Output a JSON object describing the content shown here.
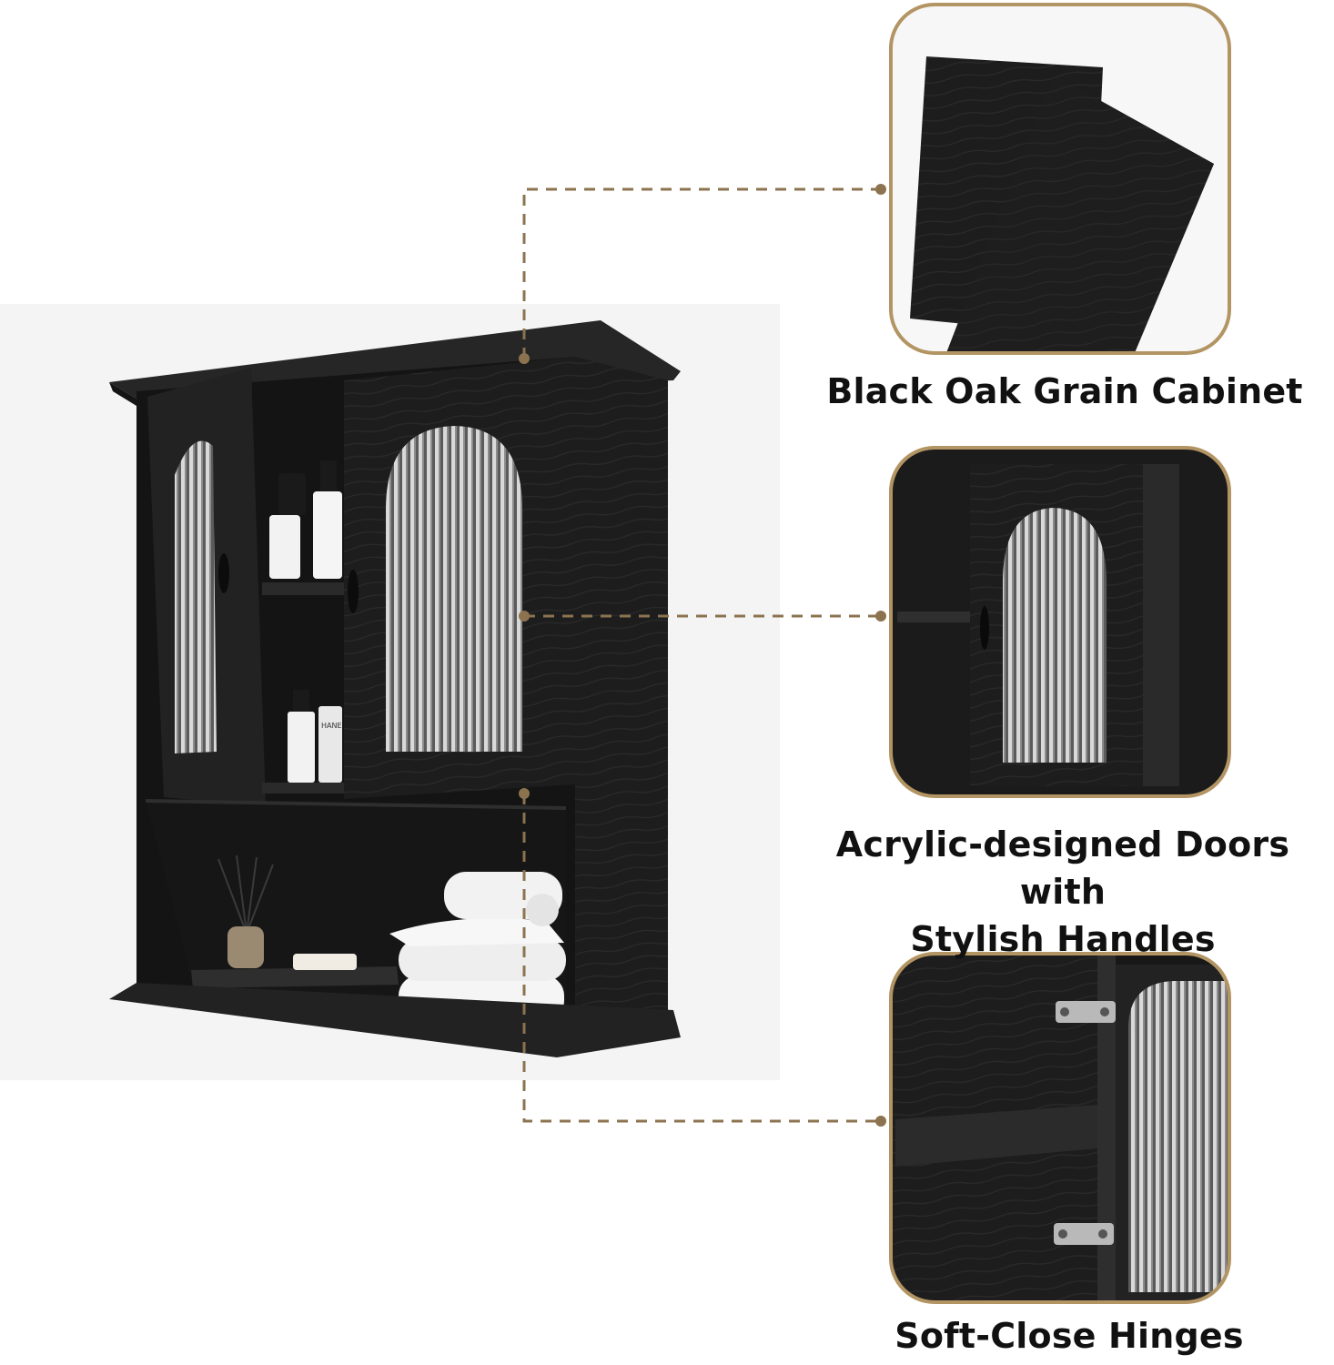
{
  "features": [
    {
      "caption": "Black Oak Grain Cabinet"
    },
    {
      "caption_lines": [
        "Acrylic-designed Doors with",
        "Stylish Handles"
      ]
    },
    {
      "caption": "Soft-Close Hinges"
    }
  ],
  "product_labels": {
    "bottle_brand": "HANE"
  },
  "colors": {
    "cabinet": "#1c1c1c",
    "cabinet_edge": "#2b2b2b",
    "accent_gold": "#a48a5c",
    "callout_line": "#8c7350",
    "photo_backdrop": "#f4f4f4",
    "panel_border": "#b39564"
  }
}
